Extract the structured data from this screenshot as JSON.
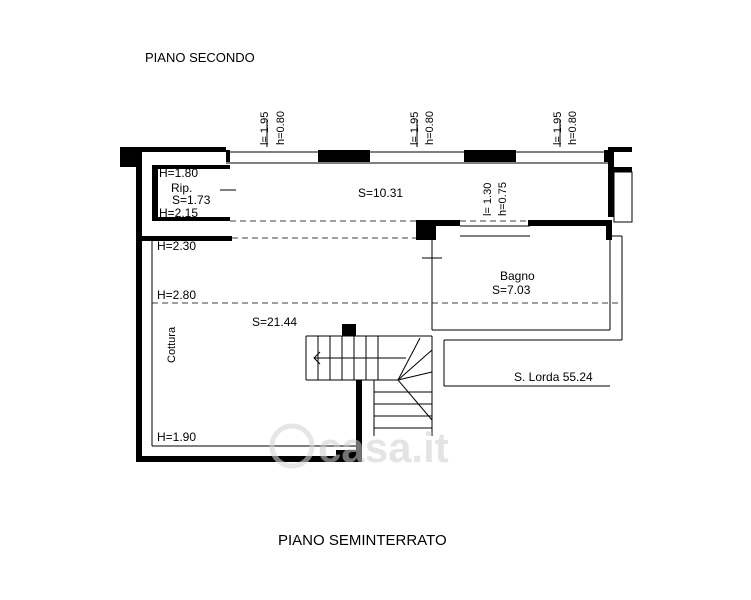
{
  "plan": {
    "title_top": "PIANO SECONDO",
    "title_bottom": "PIANO SEMINTERRATO",
    "windows": [
      {
        "label_l": "l= 1.95",
        "label_h": "h=0.80"
      },
      {
        "label_l": "l= 1.95",
        "label_h": "h=0.80"
      },
      {
        "label_l": "l= 1.95",
        "label_h": "h=0.80"
      },
      {
        "label_l": "l= 1.30",
        "label_h": "h=0.75"
      }
    ],
    "rooms": {
      "rip_h_top": "H=1.80",
      "rip_name": "Rip.",
      "rip_area": "S=1.73",
      "rip_h_bottom": "H=2.15",
      "corridor_area": "S=10.31",
      "bagno_name": "Bagno",
      "bagno_area": "S=7.03",
      "main_h1": "H=2.30",
      "main_h2": "H=2.80",
      "main_area": "S=21.44",
      "cottura": "Cottura",
      "main_h3": "H=1.90"
    },
    "gross_area": "S. Lorda 55.24",
    "watermark": "casa.it"
  }
}
